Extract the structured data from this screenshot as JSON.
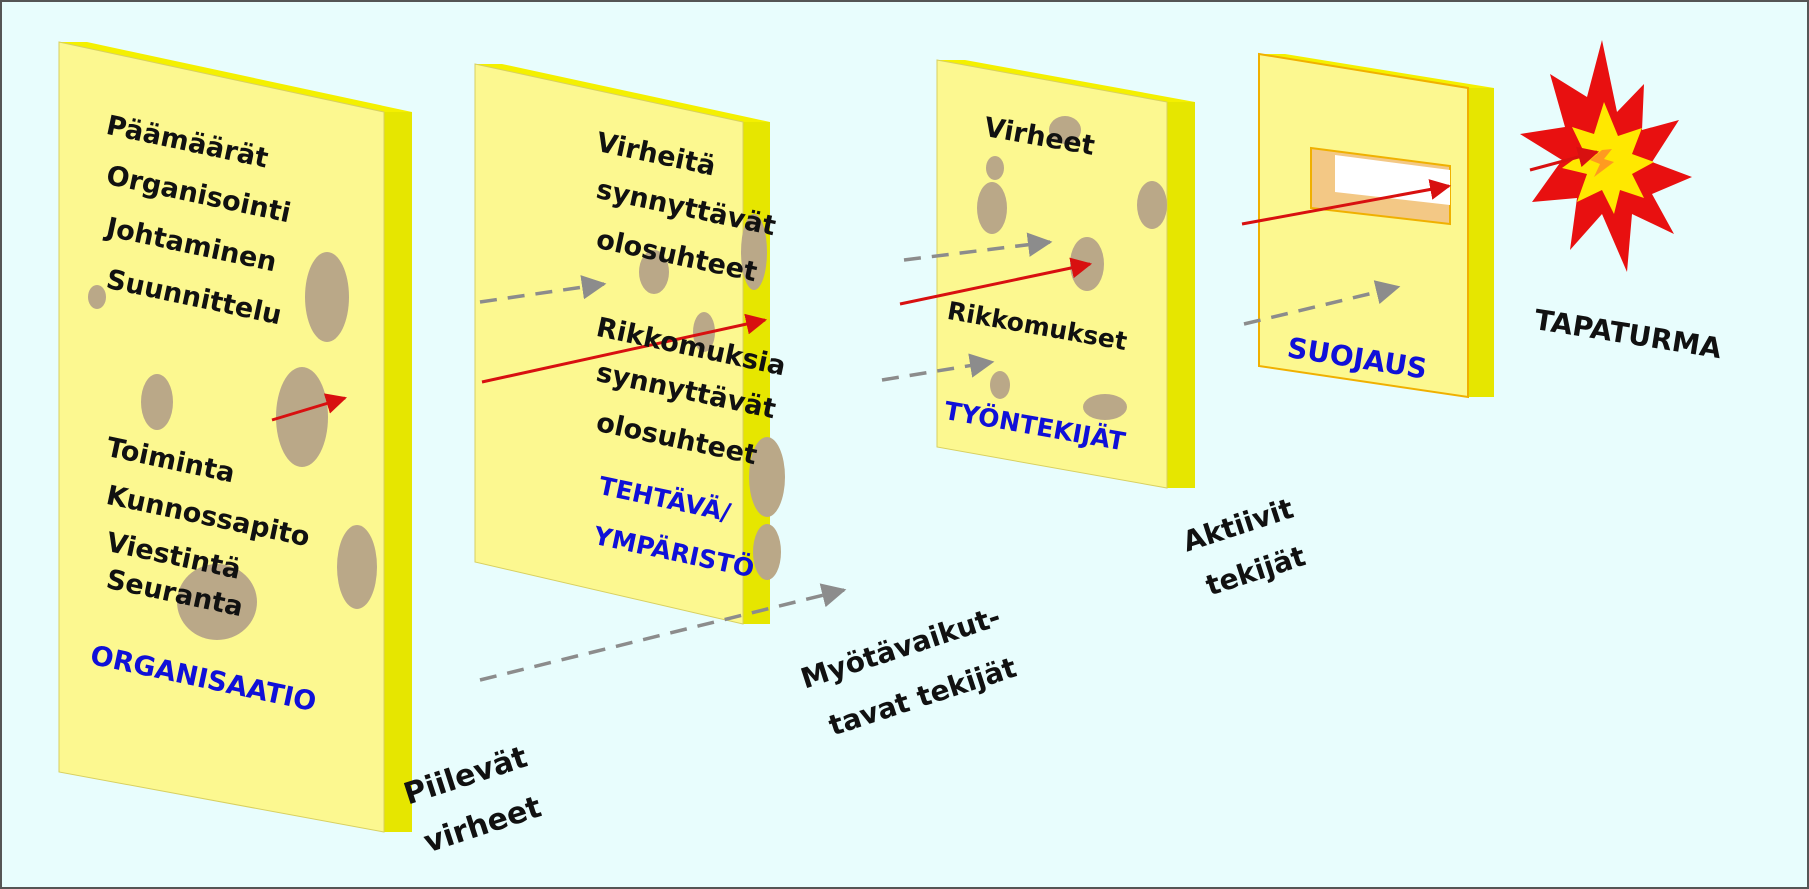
{
  "organisation_panel": {
    "items": [
      "Päämäärät",
      "Organisointi",
      "Johtaminen",
      "Suunnittelu",
      "Toiminta",
      "Kunnossapito",
      "Viestintä",
      "Seuranta"
    ],
    "caption": "ORGANISAATIO"
  },
  "task_panel": {
    "items": [
      "Virheitä",
      "synnyttävät",
      "olosuhteet",
      "Rikkomuksia",
      "synnyttävät",
      "olosuhteet"
    ],
    "caption_line1": "TEHTÄVÄ/",
    "caption_line2": "YMPÄRISTÖ"
  },
  "worker_panel": {
    "items": [
      "Virheet",
      "Rikkomukset"
    ],
    "caption": "TYÖNTEKIJÄT"
  },
  "protection_panel": {
    "caption": "SUOJAUS"
  },
  "outcome": {
    "label": "TAPATURMA"
  },
  "factor_labels": {
    "latent_line1": "Piilevät",
    "latent_line2": "virheet",
    "contributing_line1": "Myötävaikut-",
    "contributing_line2": "tavat tekijät",
    "active_line1": "Aktiivit",
    "active_line2": "tekijät"
  },
  "colors": {
    "background": "#e8fdfd",
    "panel_face": "#fcf890",
    "panel_side": "#e8e800",
    "hole": "#baa888",
    "caption_blue": "#1010d8",
    "accident_arrow": "#d81010",
    "dashed_arrow": "#8c8c8c",
    "explosion_outer": "#e81010",
    "explosion_inner": "#ffe800"
  },
  "icons": {
    "explosion": "explosion-icon"
  }
}
